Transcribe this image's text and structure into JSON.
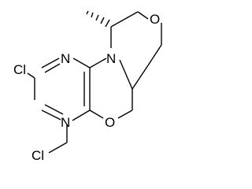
{
  "structure": {
    "atoms": {
      "cl_ring": "Cl",
      "cl_methyl": "Cl",
      "n_top": "N",
      "n_bottom": "N",
      "n_fused": "N",
      "o_oxazine": "O",
      "o_morpholine": "O"
    }
  }
}
